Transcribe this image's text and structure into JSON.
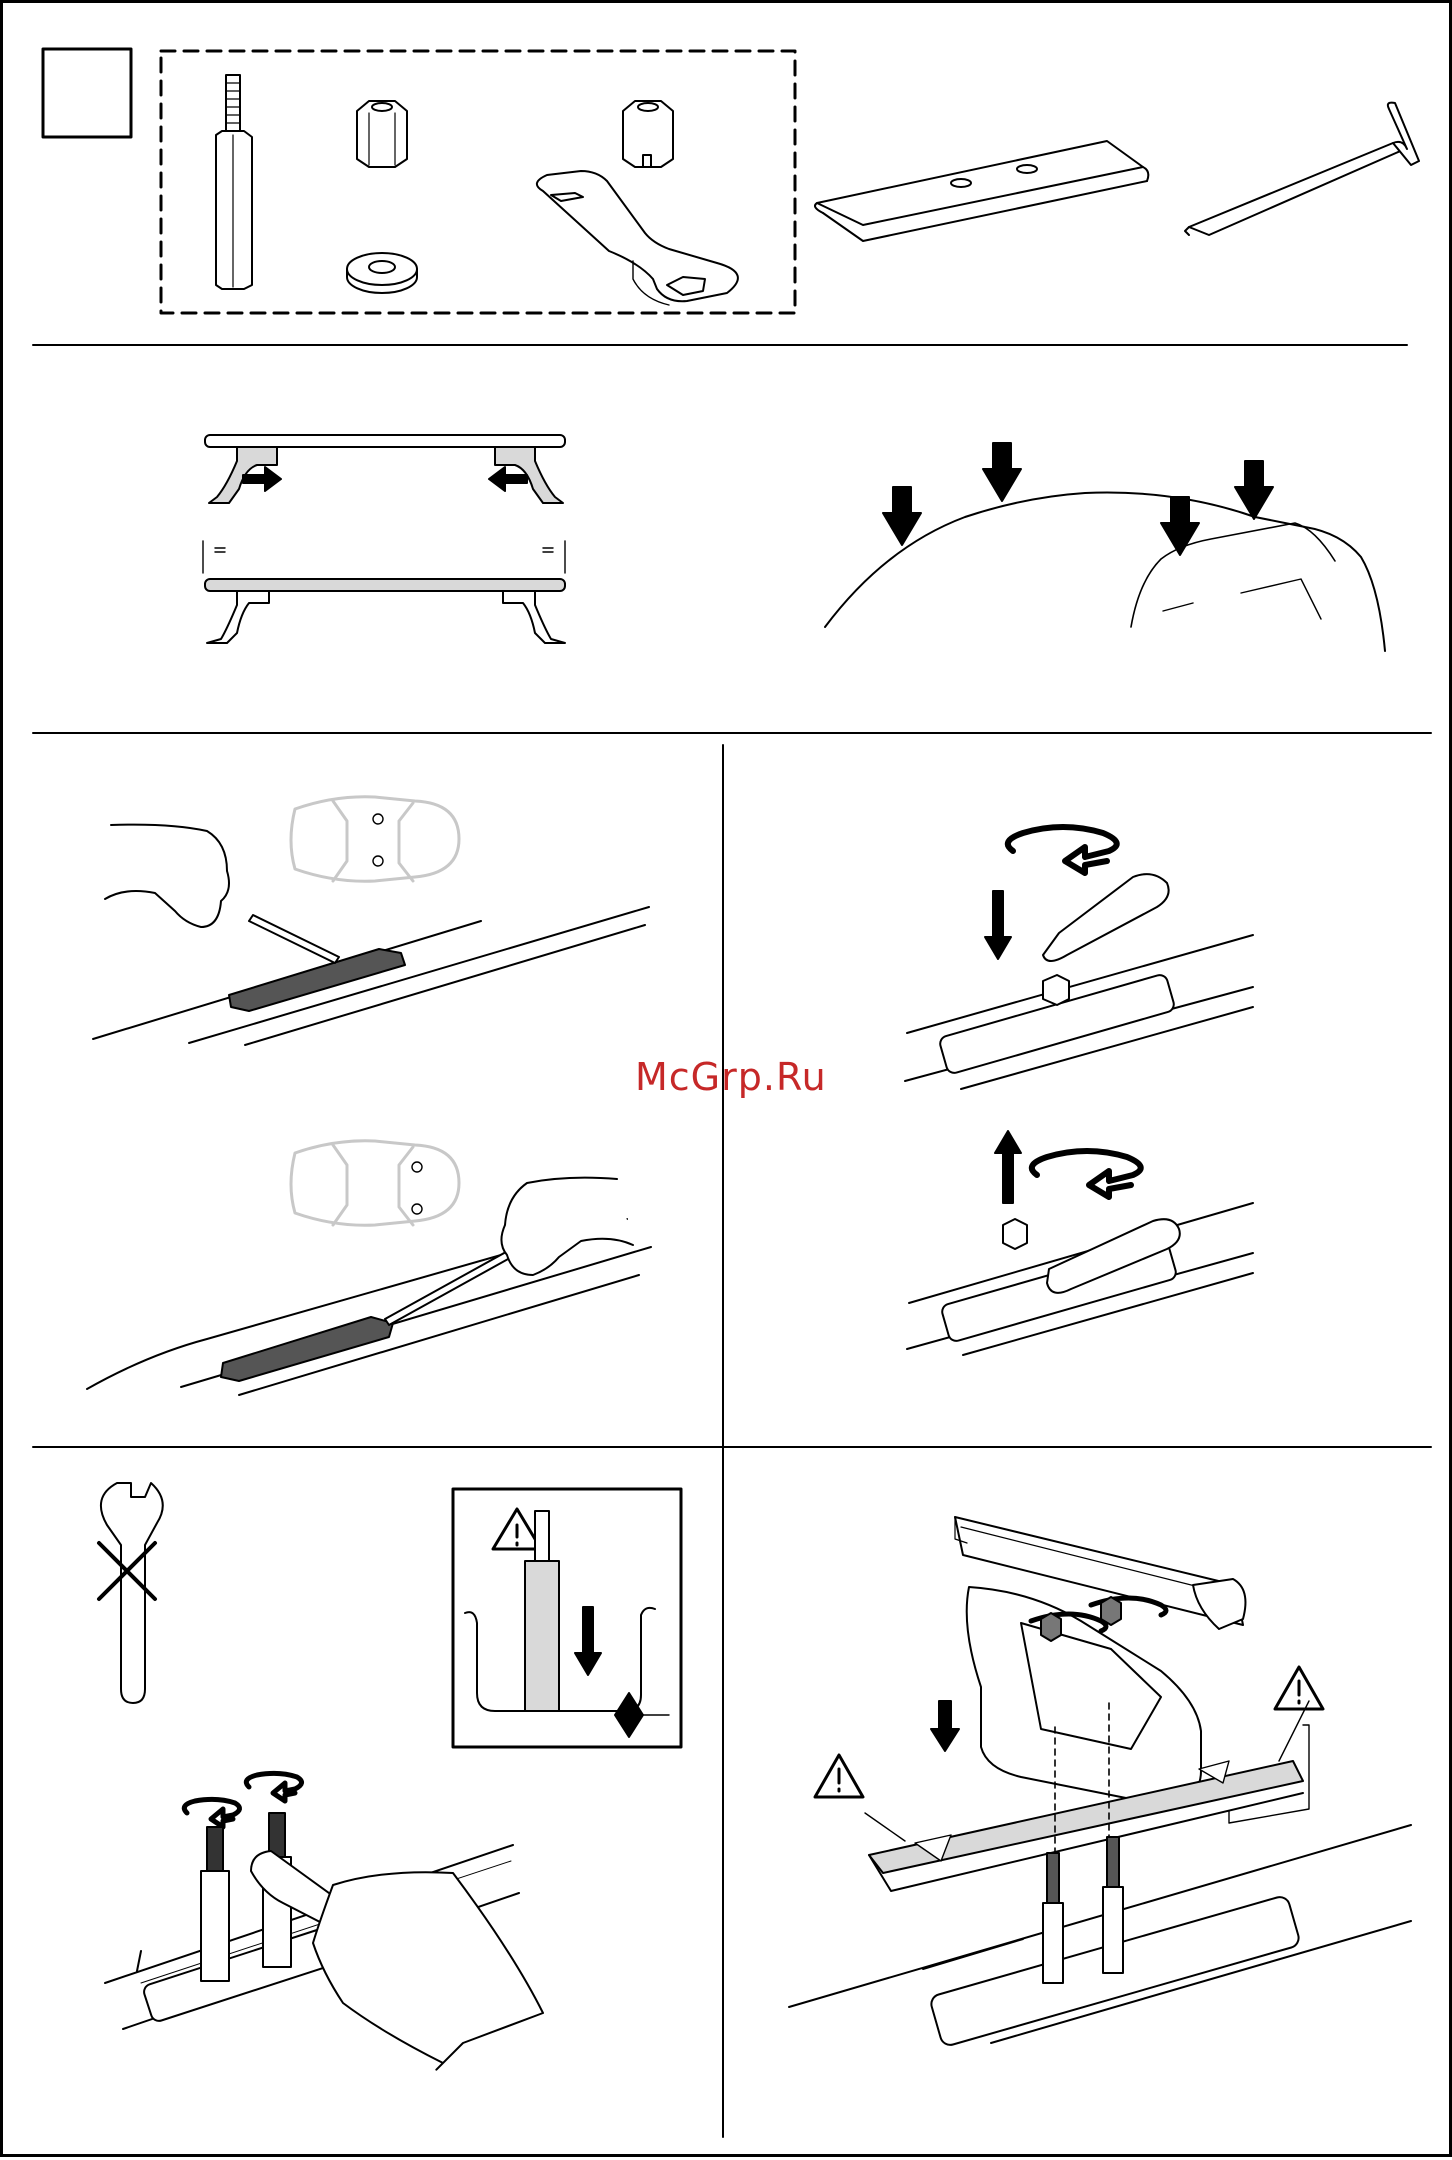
{
  "watermark": {
    "text": "McGrp.Ru",
    "color": "#c62828"
  },
  "colors": {
    "line": "#000000",
    "part_fill": "#ffffff",
    "bar_fill": "#555555",
    "ghost_car": "#c8c8c8",
    "shadow": "#bdbdbd"
  },
  "panels": [
    {
      "id": "parts-kit",
      "icons": [
        "spacer-bolt-icon",
        "hex-nut-icon",
        "washer-icon",
        "slotted-nut-icon",
        "open-wrench-icon",
        "rubber-pad-icon",
        "hex-key-icon"
      ]
    },
    {
      "id": "foot-adjust",
      "icons": [
        "roof-bar-icon",
        "arrow-right-icon",
        "arrow-left-icon"
      ]
    },
    {
      "id": "roof-positions",
      "icons": [
        "car-roof-icon",
        "arrow-down-icon"
      ]
    },
    {
      "id": "remove-cover",
      "icons": [
        "hand-icon",
        "screwdriver-icon",
        "cover-strip-icon",
        "car-top-view-icon"
      ]
    },
    {
      "id": "unscrew-nuts",
      "icons": [
        "rotate-arrow-icon",
        "arrow-down-icon",
        "arrow-up-icon",
        "open-wrench-icon"
      ]
    },
    {
      "id": "mount-spacers",
      "icons": [
        "adjustable-wrench-crossed-icon",
        "warning-icon",
        "rotate-arrow-icon"
      ]
    },
    {
      "id": "fit-pad-and-foot",
      "icons": [
        "roof-bar-foot-icon",
        "warning-icon",
        "rubber-pad-icon"
      ]
    }
  ]
}
